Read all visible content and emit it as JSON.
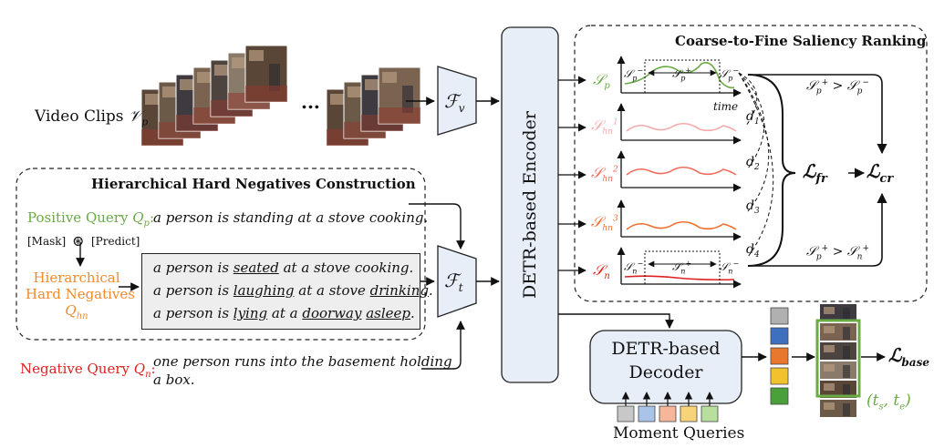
{
  "video": {
    "label": "Video Clips",
    "var": "𝒱",
    "var_sub": "p",
    "dots": "...",
    "frame_colors": [
      "#5a4636",
      "#6b5a48",
      "#3e3a3f",
      "#7a6350",
      "#4d4440",
      "#8a7a6a"
    ]
  },
  "encoders": {
    "fv": "ℱ",
    "fv_sub": "v",
    "ft": "ℱ",
    "ft_sub": "t"
  },
  "detr_encoder": {
    "label": "DETR-based Encoder"
  },
  "detr_decoder": {
    "line1": "DETR-based",
    "line2": "Decoder"
  },
  "hhn": {
    "title": "Hierarchical Hard Negatives Construction",
    "pos_label": "Positive Query",
    "pos_var": "Q",
    "pos_sub": "p",
    "pos_text": "a person is standing at a stove cooking.",
    "mask": "[Mask]",
    "predict": "[Predict]",
    "hn_label1": "Hierarchical",
    "hn_label2": "Hard Negatives",
    "hn_var": "Q",
    "hn_sub": "hn",
    "negatives": [
      {
        "pre": "a person is ",
        "u1": "seated",
        "mid": " at a  stove cooking.",
        "u2": "",
        "post": ""
      },
      {
        "pre": "a person is ",
        "u1": "laughing",
        "mid": " at a stove ",
        "u2": "drinking",
        "post": "."
      },
      {
        "pre": "a person is ",
        "u1": "lying",
        "mid": " at a ",
        "u2": "doorway",
        "mid2": " ",
        "u3": "asleep",
        "post": "."
      }
    ]
  },
  "neg_query": {
    "label": "Negative Query",
    "var": "Q",
    "sub": "n",
    "text1": "one person runs into the basement holding",
    "text2": "a box."
  },
  "saliency": {
    "title": "Coarse-to-Fine Saliency Ranking",
    "sp": {
      "s": "𝒮",
      "sub": "p"
    },
    "hn": [
      {
        "s": "𝒮",
        "sub": "hn",
        "sup": "1"
      },
      {
        "s": "𝒮",
        "sub": "hn",
        "sup": "2"
      },
      {
        "s": "𝒮",
        "sub": "hn",
        "sup": "3"
      }
    ],
    "sn": {
      "s": "𝒮",
      "sub": "n"
    },
    "sp_minus": "𝒮",
    "sp_plus": "𝒮",
    "sn_minus": "𝒮",
    "sn_plus": "𝒮",
    "time_label": "time",
    "d1": "d",
    "d1_sub": "1",
    "d2": "d",
    "d2_sub": "2",
    "d3": "d",
    "d3_sub": "3",
    "d4": "d",
    "d4_sub": "4",
    "rel1_a": "𝒮",
    "rel1_op": ">",
    "rel1_b": "𝒮",
    "rel2_a": "𝒮",
    "rel2_op": ">",
    "rel2_b": "𝒮",
    "loss_fr": "ℒ",
    "loss_fr_sub": "fr",
    "loss_cr": "ℒ",
    "loss_cr_sub": "cr"
  },
  "moment": {
    "label": "Moment Queries",
    "query_colors": [
      "#c8c8c8",
      "#a9c4e8",
      "#f5b69a",
      "#f7d47a",
      "#b9df9e"
    ],
    "output_colors": [
      "#b0b0b0",
      "#3f6fbf",
      "#e8782d",
      "#f2c12e",
      "#4aa13a"
    ]
  },
  "output": {
    "loss_base": "ℒ",
    "loss_base_sub": "base",
    "span": "(t",
    "span_s": "s",
    "span_mid": ", t",
    "span_e": "e",
    "span_end": ")"
  },
  "colors": {
    "positive": "#6aab45",
    "negative": "#e02020",
    "hard_neg": "#f08a2c",
    "hn1": "#f5a9a9",
    "hn2": "#ef6b5b",
    "hn3": "#ee6e2c",
    "box_fill": "#e8eef8",
    "neg_list_fill": "#eeeeee"
  }
}
